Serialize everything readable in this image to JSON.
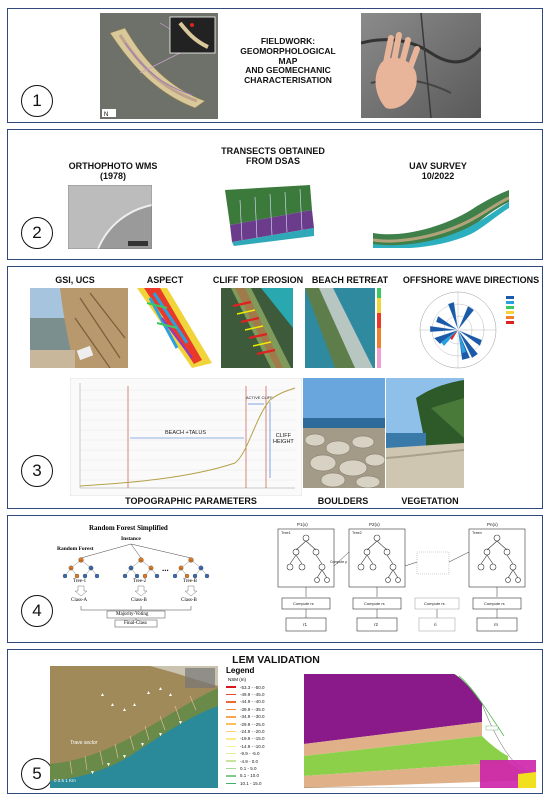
{
  "panel1": {
    "number": "1",
    "title_lines": [
      "FIELDWORK:",
      "GEOMORPHOLOGICAL",
      "MAP",
      "AND GEOMECHANIC",
      "CHARACTERISATION"
    ]
  },
  "panel2": {
    "number": "2",
    "orthophoto_title": "ORTHOPHOTO WMS",
    "orthophoto_year": "(1978)",
    "transects_title_1": "TRANSECTS OBTAINED",
    "transects_title_2": "FROM DSAS",
    "uav_title": "UAV SURVEY",
    "uav_date": "10/2022"
  },
  "panel3": {
    "number": "3",
    "labels": {
      "gsi": "GSI, UCS",
      "aspect": "ASPECT",
      "cliff_top": "CLIFF TOP EROSION",
      "beach_retreat": "BEACH RETREAT",
      "offshore": "OFFSHORE WAVE DIRECTIONS",
      "topo": "TOPOGRAPHIC PARAMETERS",
      "boulders": "BOULDERS",
      "vegetation": "VEGETATION"
    },
    "profile": {
      "beach_talus": "BEACH +TALUS",
      "active_cliff": "ACTIVE CLIFF",
      "cliff_height_1": "CLIFF",
      "cliff_height_2": "HEIGHT"
    }
  },
  "panel4": {
    "number": "4",
    "rf_title": "Random Forest Simplified",
    "instance": "Instance",
    "random_forest": "Random Forest",
    "tree1": "Tree-1",
    "tree2": "Tree-2",
    "treeB": "Tree-B",
    "dots": "...",
    "classA": "Class-A",
    "classB1": "Class-B",
    "classB2": "Class-B",
    "majority": "Majority-Voting",
    "final": "Final-Class",
    "prob_labels": [
      "P1(x)",
      "P2(x)",
      "Pn(x)"
    ],
    "tree_labels": [
      "Tree1",
      "Tree2",
      "Treen"
    ],
    "compute_labels": [
      "Compute rs",
      "Compute rs",
      "Compute rs",
      "Compute rs"
    ],
    "compute_p": "Compute p",
    "outputs": [
      "r1",
      "r2",
      "ri",
      "rn"
    ]
  },
  "panel5": {
    "number": "5",
    "title": "LEM VALIDATION",
    "legend_title": "Legend",
    "legend_unit": "NSM (m)",
    "legend_items": [
      {
        "label": "-53.3 - -50.0",
        "color": "#d7191c"
      },
      {
        "label": "-49.9 - -45.0",
        "color": "#e34a33"
      },
      {
        "label": "-44.9 - -40.0",
        "color": "#ee6a35"
      },
      {
        "label": "-39.9 - -35.0",
        "color": "#f5873e"
      },
      {
        "label": "-34.9 - -30.0",
        "color": "#f9a54c"
      },
      {
        "label": "-29.9 - -25.0",
        "color": "#fcbf5c"
      },
      {
        "label": "-24.9 - -20.0",
        "color": "#fdd570"
      },
      {
        "label": "-19.9 - -15.0",
        "color": "#fee887"
      },
      {
        "label": "-14.9 - -10.0",
        "color": "#f4f2a0"
      },
      {
        "label": "-9.9 - -5.0",
        "color": "#e1ed9e"
      },
      {
        "label": "-4.9 - 0.0",
        "color": "#c6e59b"
      },
      {
        "label": "0.1 - 5.0",
        "color": "#a4d894"
      },
      {
        "label": "5.1 - 10.0",
        "color": "#7fc98b"
      },
      {
        "label": "10.1 - 15.0",
        "color": "#3fae6f"
      }
    ],
    "scale_label": "0  0.5  1 Km",
    "sector_label": "Trave sector"
  }
}
